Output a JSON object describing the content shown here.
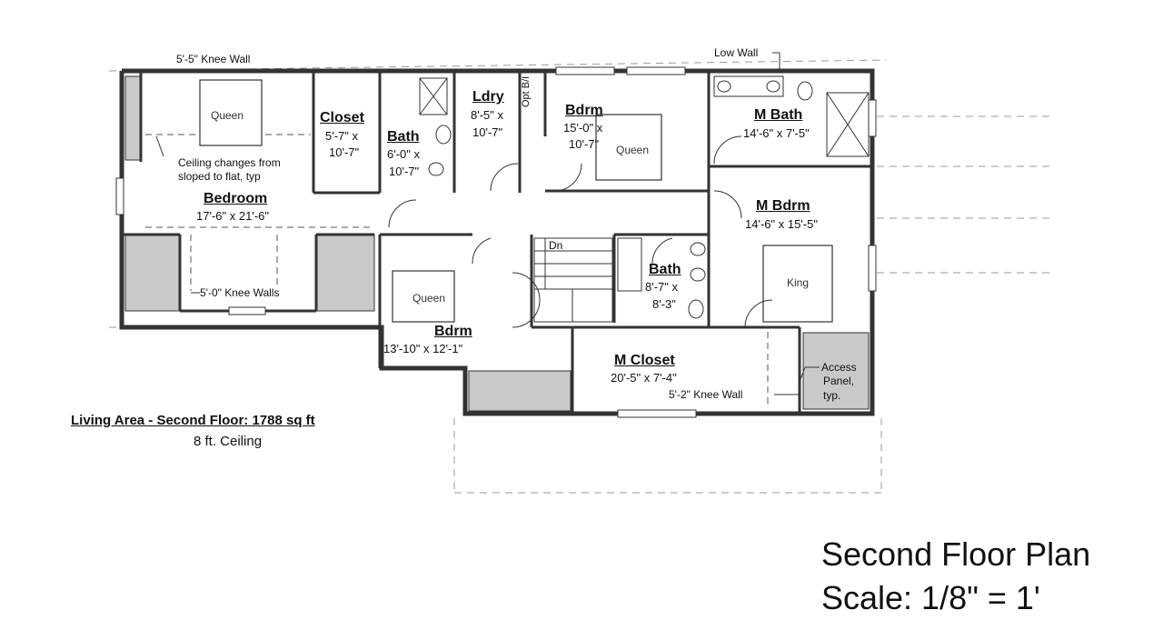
{
  "plan": {
    "title": "Second Floor Plan",
    "scale": "Scale: 1/8\" = 1'",
    "summary_title": "Living Area - Second Floor: 1788 sq ft",
    "summary_ceiling": "8 ft. Ceiling"
  },
  "notes": {
    "knee_wall_top": "5'-5\" Knee Wall",
    "low_wall": "Low Wall",
    "ceiling_change_line1": "Ceiling changes from",
    "ceiling_change_line2": "sloped to flat, typ",
    "knee_walls_bottom": "5'-0\" Knee Walls",
    "knee_wall_closet": "5'-2\" Knee Wall",
    "access_panel_1": "Access",
    "access_panel_2": "Panel,",
    "access_panel_3": "typ.",
    "opt_bi": "Opt B/I",
    "dn": "Dn"
  },
  "rooms": {
    "bedroom": {
      "name": "Bedroom",
      "dim": "17'-6\" x 21'-6\"",
      "bed": "Queen"
    },
    "closet": {
      "name": "Closet",
      "dim1": "5'-7\" x",
      "dim2": "10'-7\""
    },
    "bath1": {
      "name": "Bath",
      "dim1": "6'-0\" x",
      "dim2": "10'-7\""
    },
    "ldry": {
      "name": "Ldry",
      "dim1": "8'-5\" x",
      "dim2": "10'-7\""
    },
    "bdrm_top": {
      "name": "Bdrm",
      "dim1": "15'-0\" x",
      "dim2": "10'-7\"",
      "bed": "Queen"
    },
    "mbath": {
      "name": "M Bath",
      "dim": "14'-6\" x 7'-5\""
    },
    "mbdrm": {
      "name": "M Bdrm",
      "dim": "14'-6\" x 15'-5\"",
      "bed": "King"
    },
    "bath2": {
      "name": "Bath",
      "dim1": "8'-7\" x",
      "dim2": "8'-3\""
    },
    "bdrm_bottom": {
      "name": "Bdrm",
      "dim": "13'-10\" x 12'-1\"",
      "bed": "Queen"
    },
    "mcloset": {
      "name": "M Closet",
      "dim": "20'-5\" x 7'-4\""
    }
  }
}
